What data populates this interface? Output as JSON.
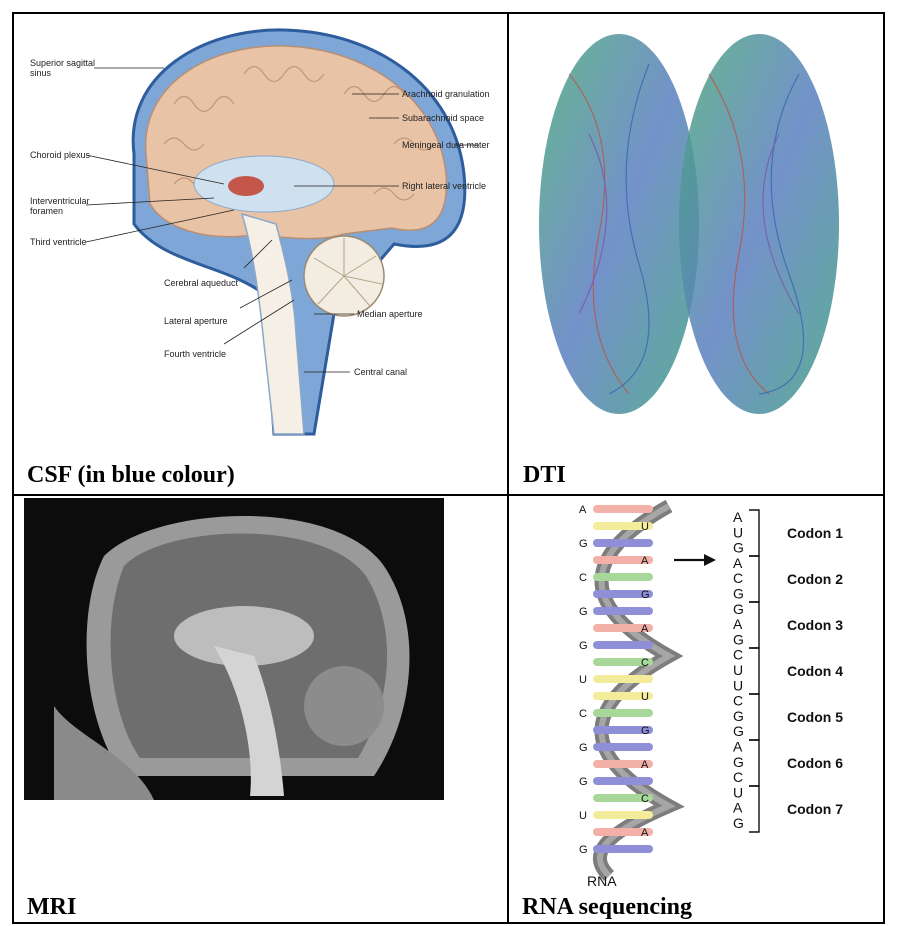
{
  "cells": {
    "csf": {
      "caption": "CSF (in blue colour)",
      "labels": {
        "superior_sagittal_1": "Superior sagittal",
        "superior_sagittal_2": "sinus",
        "arachnoid_granulation": "Arachnoid granulation",
        "subarachnoid_space": "Subarachnoid space",
        "meningeal_dura_mater": "Meningeal dura mater",
        "choroid_plexus": "Choroid plexus",
        "right_lateral_ventricle": "Right lateral ventricle",
        "interventricular_1": "Interventricular",
        "interventricular_2": "foramen",
        "third_ventricle": "Third ventricle",
        "cerebral_aqueduct": "Cerebral aqueduct",
        "lateral_aperture": "Lateral aperture",
        "median_aperture": "Median aperture",
        "fourth_ventricle": "Fourth ventricle",
        "central_canal": "Central canal"
      }
    },
    "dti": {
      "caption": "DTI"
    },
    "mri": {
      "caption": "MRI"
    },
    "rna": {
      "caption": "RNA sequencing",
      "rna_label": "RNA",
      "helix_bases": [
        "A",
        "U",
        "G",
        "A",
        "C",
        "G",
        "G",
        "A",
        "G",
        "C",
        "U",
        "U",
        "C",
        "G",
        "G",
        "A",
        "G",
        "C",
        "U",
        "A",
        "G"
      ],
      "sequence": [
        "A",
        "U",
        "G",
        "A",
        "C",
        "G",
        "G",
        "A",
        "G",
        "C",
        "U",
        "U",
        "C",
        "G",
        "G",
        "A",
        "G",
        "C",
        "U",
        "A",
        "G"
      ],
      "codons": [
        "Codon 1",
        "Codon 2",
        "Codon 3",
        "Codon 4",
        "Codon 5",
        "Codon 6",
        "Codon 7"
      ]
    }
  },
  "colors": {
    "csf_blue": "#3f6fb0",
    "brain_tan": "#e8c3a6",
    "mri_bg": "#0c0c0c"
  }
}
